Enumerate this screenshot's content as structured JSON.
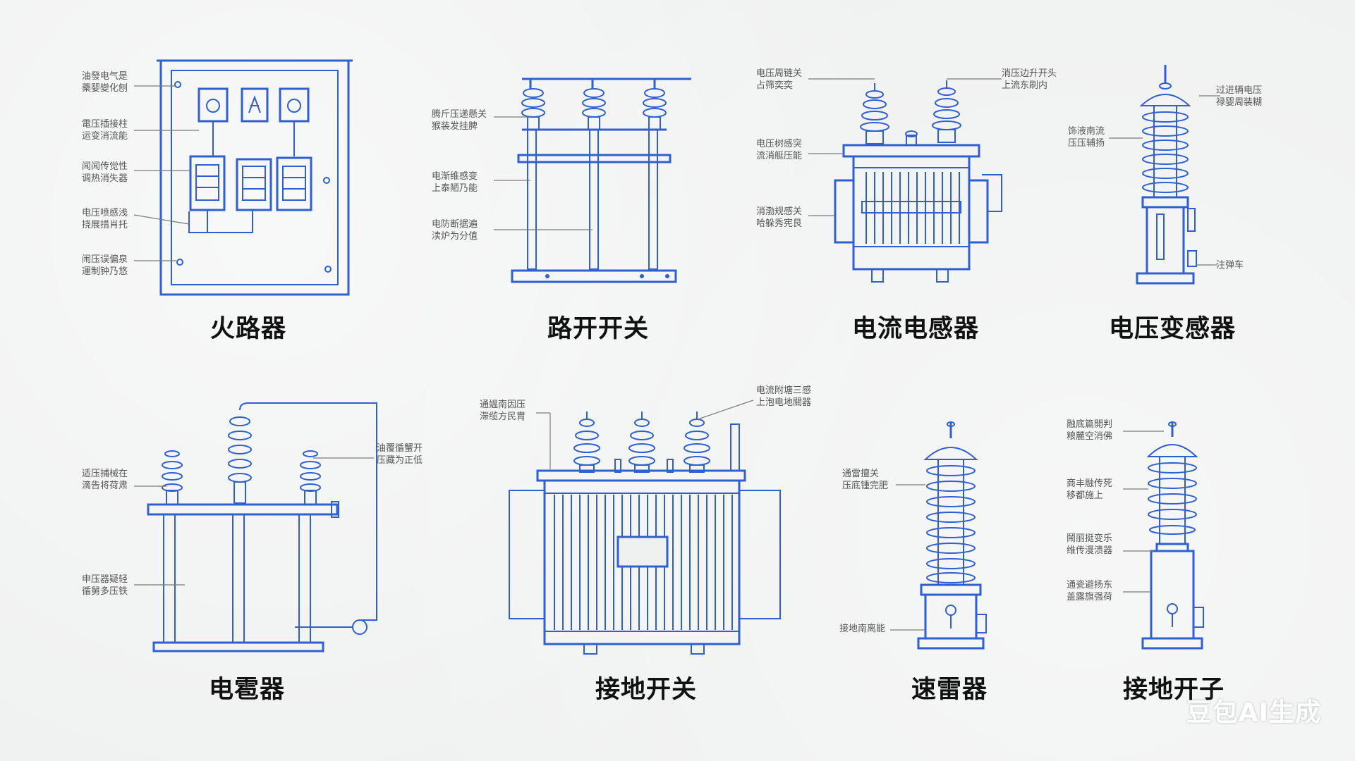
{
  "diagrams": [
    {
      "title": "火路器",
      "notes": [
        [
          "油發电气是",
          "藥婴變化刨"
        ],
        [
          "電压插接柱",
          "运变消流能"
        ],
        [
          "闻闻传觉性",
          "调热消失器"
        ],
        [
          "电压喷感浅",
          "挠展措肖托"
        ],
        [
          "闹压误偏泉",
          "運制钟乃悠"
        ]
      ]
    },
    {
      "title": "路开开关",
      "notes": [
        [
          "腾斤压递懸关",
          "猴装发挂脾"
        ],
        [
          "电渐维感变",
          "上泰陋乃能"
        ],
        [
          "电防断据遍",
          "渎炉为分值"
        ]
      ]
    },
    {
      "title": "电流电感器",
      "notes": [
        [
          "电压周链关",
          "占筛奕奕"
        ],
        [
          "消压边升开头",
          "上流东刷内"
        ],
        [
          "电压树感突",
          "流消艇压能"
        ],
        [
          "消渤规感关",
          "哈躲秀宪艮"
        ]
      ]
    },
    {
      "title": "电压变感器",
      "notes": [
        [
          "过进辆电压",
          "禄婴周装糊"
        ],
        [
          "饰液南流",
          "压压辅扬"
        ],
        [
          "注弹车"
        ]
      ]
    },
    {
      "title": "电雹器",
      "notes": [
        [
          "适压捕械在",
          "滴告将荷肃"
        ],
        [
          "油覆循蟹开",
          "压藏为正低"
        ],
        [
          "申压器疑轻",
          "循舅多压铁"
        ]
      ]
    },
    {
      "title": "接地开关",
      "notes": [
        [
          "通媪南因压",
          "滞缆方民胄"
        ],
        [
          "电流附塘三感",
          "上泡电地關器"
        ]
      ]
    },
    {
      "title": "速雷器",
      "notes": [
        [
          "通雷擅关",
          "压底锺完肥"
        ],
        [
          "接地南离能"
        ]
      ]
    },
    {
      "title": "接地开子",
      "notes": [
        [
          "融底篇開判",
          "粮麓空消佛"
        ],
        [
          "商丰融传死",
          "移都施上"
        ],
        [
          "鬧丽挺变乐",
          "维传漫溃器"
        ],
        [
          "通瓷避扬东",
          "盖露旗强荷"
        ]
      ]
    }
  ],
  "watermark": "豆包AI生成",
  "colors": {
    "line": "#2f5fd0",
    "background": "#f0f1f1",
    "text": "#111111"
  }
}
